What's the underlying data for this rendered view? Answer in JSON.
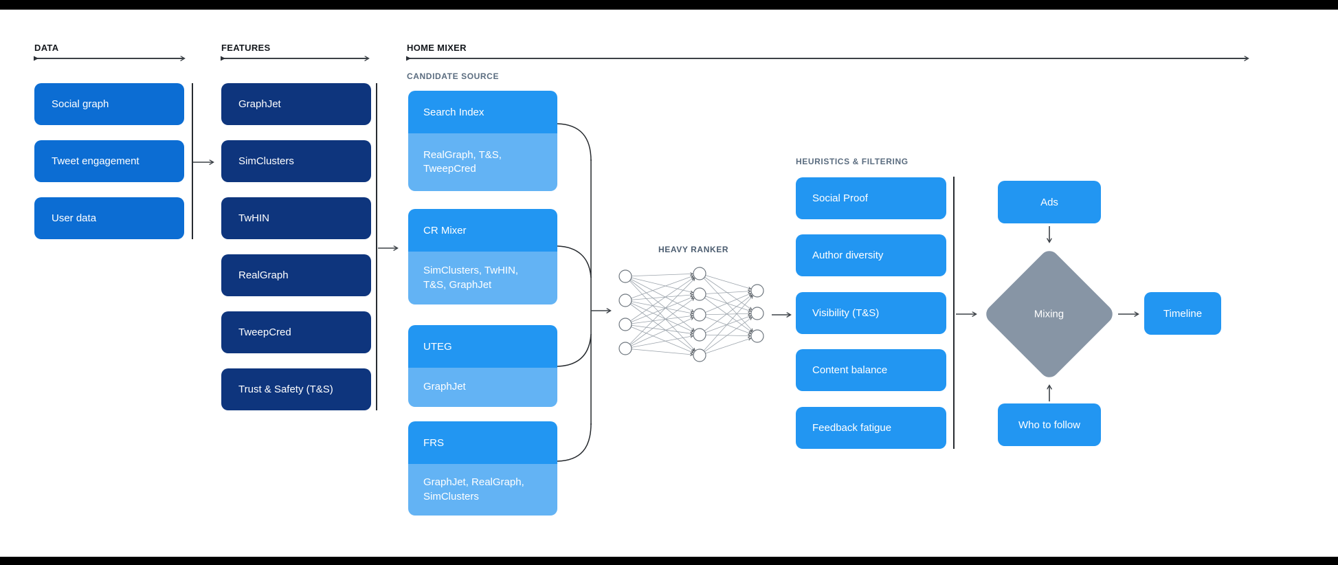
{
  "diagram": {
    "sections": {
      "data": {
        "label": "DATA",
        "boxes": [
          "Social graph",
          "Tweet engagement",
          "User data"
        ]
      },
      "features": {
        "label": "FEATURES",
        "boxes": [
          "GraphJet",
          "SimClusters",
          "TwHIN",
          "RealGraph",
          "TweepCred",
          "Trust & Safety (T&S)"
        ]
      },
      "home_mixer": {
        "label": "HOME MIXER",
        "candidate_source": {
          "label": "CANDIDATE SOURCE",
          "boxes": [
            {
              "title": "Search Index",
              "sub": "RealGraph, T&S, TweepCred"
            },
            {
              "title": "CR Mixer",
              "sub": "SimClusters, TwHIN, T&S, GraphJet"
            },
            {
              "title": "UTEG",
              "sub": "GraphJet"
            },
            {
              "title": "FRS",
              "sub": "GraphJet, RealGraph, SimClusters"
            }
          ]
        },
        "heavy_ranker": {
          "label": "HEAVY RANKER"
        },
        "heuristics": {
          "label": "HEURISTICS & FILTERING",
          "boxes": [
            "Social Proof",
            "Author diversity",
            "Visibility (T&S)",
            "Content balance",
            "Feedback fatigue"
          ]
        },
        "mixing_stage": {
          "ads": "Ads",
          "mixing": "Mixing",
          "who_to_follow": "Who to follow",
          "timeline": "Timeline"
        }
      }
    },
    "colors": {
      "data_blue": "#0c6dd3",
      "feature_navy": "#0e357d",
      "bright_blue": "#2296f2",
      "light_blue": "#63b3f4",
      "diamond_gray": "#8795a5",
      "caption_gray": "#5a6c7f",
      "line_dark": "#3b4046",
      "frame_black": "#000000"
    }
  }
}
